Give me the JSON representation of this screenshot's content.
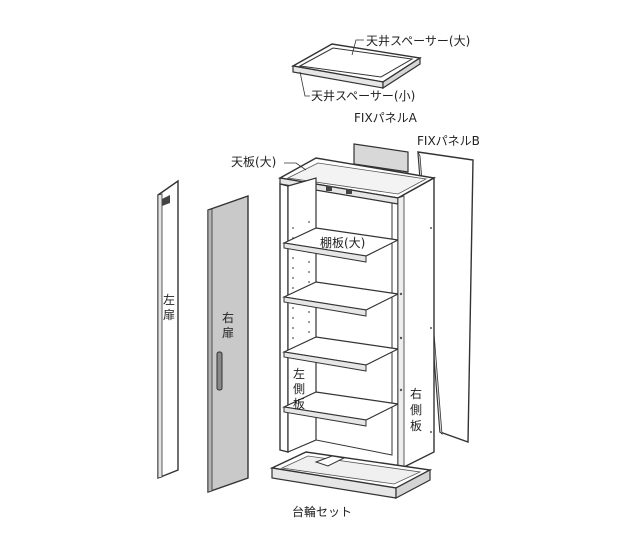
{
  "labels": {
    "ceiling_spacer_large": "天井スペーサー(大)",
    "ceiling_spacer_small": "天井スペーサー(小)",
    "fix_panel_a": "FIXパネルA",
    "fix_panel_b": "FIXパネルB",
    "top_board_large": "天板(大)",
    "shelf_board_large": "棚板(大)",
    "left_door": [
      "左",
      "扉"
    ],
    "right_door": [
      "右",
      "扉"
    ],
    "left_side_board": [
      "左",
      "側",
      "板"
    ],
    "right_side_board": [
      "右",
      "側",
      "板"
    ],
    "base_set": "台輪セット"
  },
  "colors": {
    "line": "#333333",
    "door_gray": "#c9c9c9",
    "panel_dark": "#d8d8d8",
    "panel_white": "#ffffff"
  }
}
